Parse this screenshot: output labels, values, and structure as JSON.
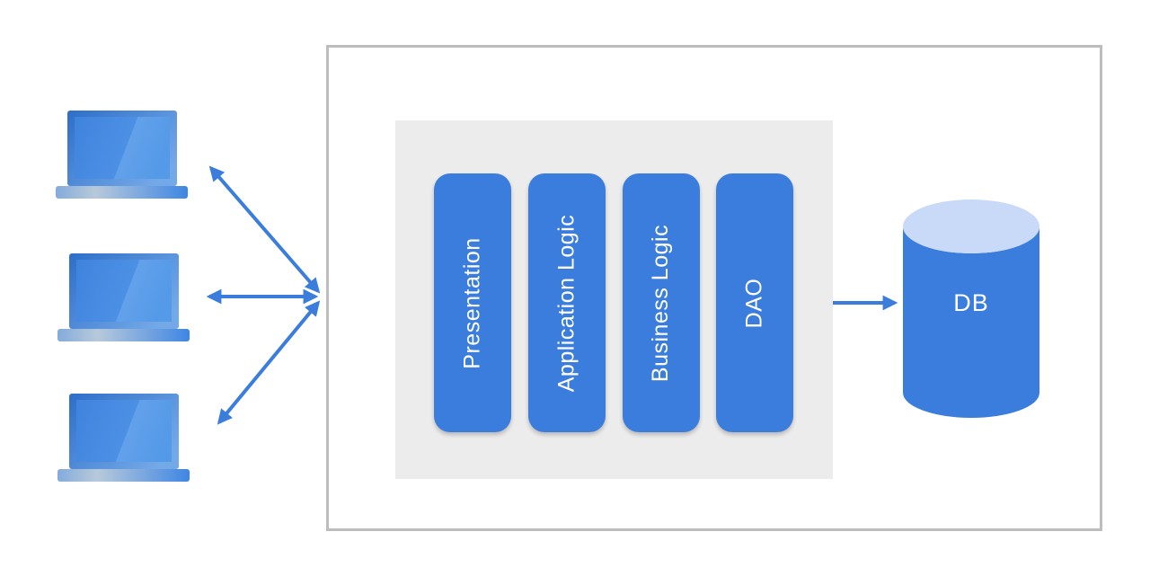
{
  "diagram": {
    "kind": "three-tier-architecture",
    "layers": [
      {
        "label": "Presentation"
      },
      {
        "label": "Application Logic"
      },
      {
        "label": "Business Logic"
      },
      {
        "label": "DAO"
      }
    ],
    "database": {
      "label": "DB"
    },
    "clients": {
      "count": 3,
      "icon": "laptop-icon"
    },
    "connections": {
      "client_to_server_arrows": 3,
      "dao_to_db_arrows": 1,
      "arrow_style": "double-headed"
    },
    "colors": {
      "accent_blue": "#3b7ddd",
      "cylinder_top_blue": "#c9daf8",
      "panel_gray": "#ececec",
      "box_border_gray": "#bdbdbd",
      "label_white": "#ffffff"
    }
  }
}
